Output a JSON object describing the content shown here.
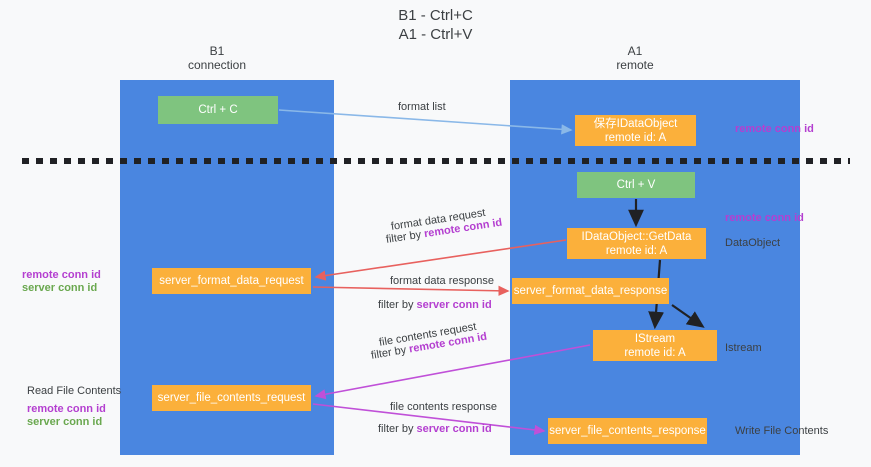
{
  "title": {
    "line1": "B1 - Ctrl+C",
    "line2": "A1 - Ctrl+V"
  },
  "columns": {
    "left": {
      "name": "B1",
      "role": "connection"
    },
    "right": {
      "name": "A1",
      "role": "remote"
    }
  },
  "nodes": {
    "ctrl_c": {
      "label": "Ctrl + C",
      "color": "#7fc47f"
    },
    "save_idataobject": {
      "line1": "保存IDataObject",
      "line2": "remote id: A",
      "color": "#fbb03b"
    },
    "ctrl_v": {
      "label": "Ctrl + V",
      "color": "#7fc47f"
    },
    "getdata": {
      "line1": "IDataObject::GetData",
      "line2": "remote id: A",
      "color": "#fbb03b"
    },
    "server_format_data_request": {
      "label": "server_format_data_request",
      "color": "#fbb03b"
    },
    "server_format_data_response": {
      "label": "server_format_data_response",
      "color": "#fbb03b"
    },
    "istream": {
      "line1": "IStream",
      "line2": "remote id: A",
      "color": "#fbb03b"
    },
    "server_file_contents_request": {
      "label": "server_file_contents_request",
      "color": "#fbb03b"
    },
    "server_file_contents_response": {
      "label": "server_file_contents_response",
      "color": "#fbb03b"
    }
  },
  "edge_labels": {
    "format_list": "format list",
    "format_data_request": "format data request",
    "format_data_request_filter_prefix": "filter by ",
    "format_data_request_filter_key": "remote conn id",
    "format_data_response": "format data response",
    "format_data_response_filter_prefix": "filter by ",
    "format_data_response_filter_key": "server conn id",
    "file_contents_request": "file contents request",
    "file_contents_request_filter_prefix": "filter by ",
    "file_contents_request_filter_key": "remote conn id",
    "file_contents_response": "file contents response",
    "file_contents_response_filter_prefix": "filter by ",
    "file_contents_response_filter_key": "server conn id"
  },
  "annotations": {
    "right_remote_conn_id_top": "remote conn id",
    "right_remote_conn_id_mid": "remote conn id",
    "right_dataobject": "DataObject",
    "right_istream": "Istream",
    "right_write_file_contents": "Write File Contents",
    "left_remote_conn_id": "remote conn id",
    "left_server_conn_id": "server conn id",
    "left_read_file_contents": "Read File Contents",
    "left_remote_conn_id_2": "remote conn id",
    "left_server_conn_id_2": "server conn id"
  },
  "colors": {
    "lane": "#4a86e0",
    "green_node": "#7fc47f",
    "orange_node": "#fbb03b",
    "purple_key": "#b43fd0",
    "green_key": "#6aa84f",
    "blue_arrow": "#8ab8e8",
    "red_arrow": "#e8615e",
    "magenta_arrow": "#c050d8",
    "black_arrow": "#202124",
    "divider": "#202124",
    "background": "#f8f9fa"
  }
}
